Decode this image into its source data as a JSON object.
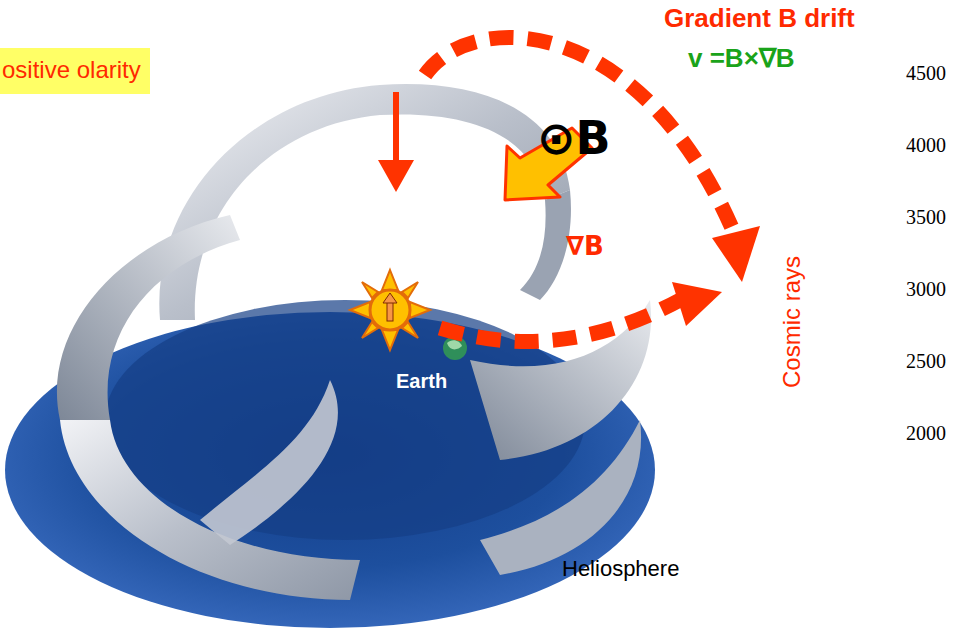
{
  "diagram": {
    "nodes": [
      {
        "text": [
          "ositive olarity"
        ]
      }
    ],
    "labels": [
      "Gradient B drift",
      "v =B×∇B",
      "⊙B",
      "∇B",
      "Sun",
      "Earth",
      "Heliosphere",
      "Cosmic rays",
      "4500",
      "4000",
      "3500",
      "3000",
      "2500",
      "2000"
    ]
  }
}
